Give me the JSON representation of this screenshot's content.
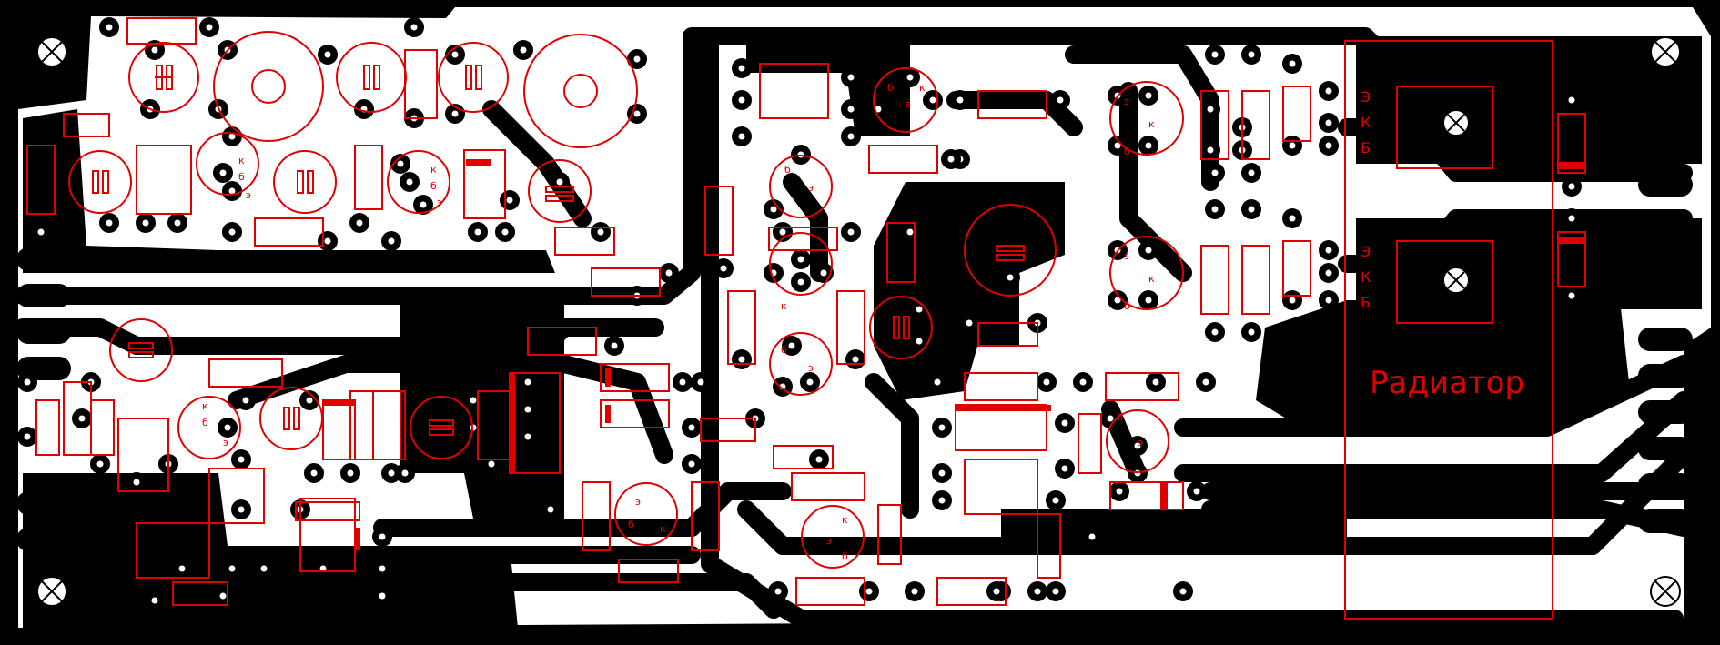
{
  "board": {
    "substrate_color": "#ffffff",
    "copper_color": "#000000",
    "silkscreen_color": "#e00000"
  },
  "labels": {
    "radiator": "Радиатор",
    "pin_e": "Э",
    "pin_k": "К",
    "pin_b": "Б",
    "pin_e_small": "э",
    "pin_k_small": "к",
    "pin_b_small": "б"
  },
  "icons": {
    "mounting_hole": "x-cross-circle"
  }
}
